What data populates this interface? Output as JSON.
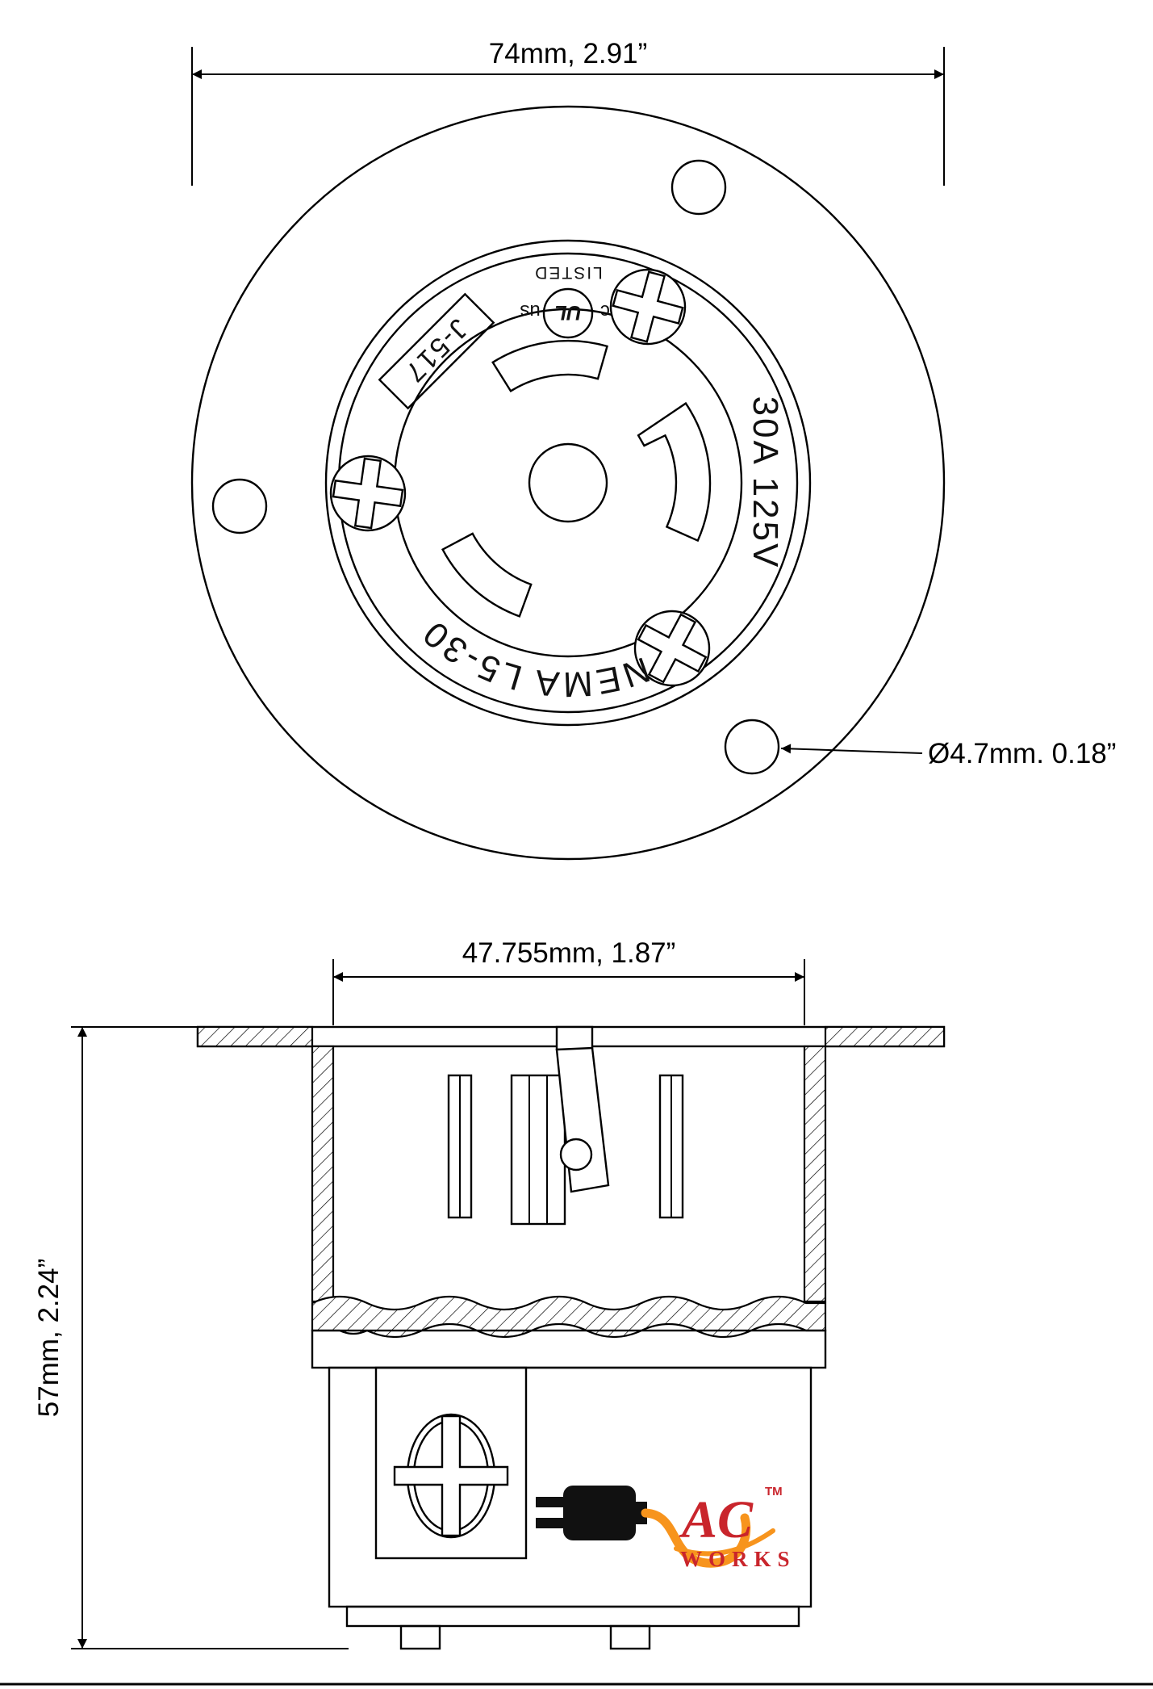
{
  "top_view": {
    "width_dim": "74mm, 2.91”",
    "hole_dim": "Ø4.7mm. 0.18”",
    "markings": {
      "nema": "NEMA L5-30",
      "rating": "30A 125V",
      "code": "J-517",
      "ul": "UL",
      "ul_c": "c",
      "ul_us": "us",
      "listed": "LISTED"
    }
  },
  "side_view": {
    "width_dim": "47.755mm, 1.87”",
    "height_dim": "57mm, 2.24”"
  },
  "logo": {
    "ac": "AC",
    "works": "WORKS",
    "tm": "TM"
  },
  "colors": {
    "line": "#000000",
    "brand_red": "#c9252c",
    "brand_orange": "#f7941d"
  }
}
